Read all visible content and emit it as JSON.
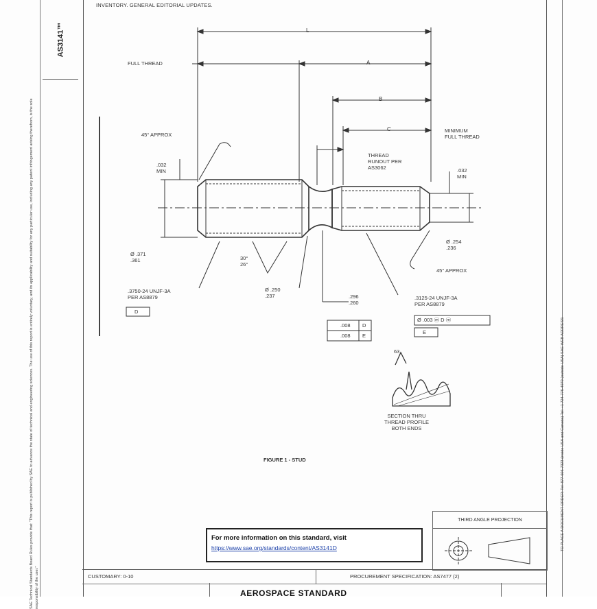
{
  "header": {
    "doc_number": "AS3141™",
    "top_note": "INVENTORY. GENERAL EDITORIAL UPDATES."
  },
  "legal": {
    "left_text": "SAE Technical Standards Board Rules provide that: \"This report is published by SAE to advance the state of technical and engineering sciences. The use of this report is entirely voluntary, and its applicability and suitability for any particular use, including any patent infringement arising therefrom, is the sole responsibility of the user.\"",
    "right_text": "TO PLACE A DOCUMENT ORDER: Tel: 877-606-7323 (inside USA and Canada)   Tel: +1 724-776-4970 (outside USA)   SAE WEB ADDRESS:"
  },
  "drawing": {
    "dims": {
      "L": "L",
      "A": "A",
      "B": "B",
      "C": "C"
    },
    "labels": {
      "full_thread": "FULL THREAD",
      "approx45_top": "45° APPROX",
      "dim_032_left": ".032\nMIN",
      "thread_runout": "THREAD\nRUNOUT PER\nAS3062",
      "min_full_thread": "MINIMUM\nFULL THREAD",
      "dim_032_right": ".032\nMIN",
      "dia_left": "Ø .371\n.361",
      "angle_30": "30°\n26°",
      "thread_left": ".3750-24 UNJF-3A\nPER AS8879",
      "datum_d": "D",
      "dia_mid": "Ø .250\n.237",
      "dim_296": ".296\n.260",
      "dia_right": "Ø .254\n.236",
      "approx45_bottom": "45° APPROX",
      "thread_right": ".3125-24 UNJF-3A\nPER AS8879",
      "fcf_main": "Ø .003  ⓜ  D  ⓜ",
      "datum_e": "E",
      "tol_1": ".008",
      "tol_1_ref": "D",
      "tol_2": ".008",
      "tol_2_ref": "E",
      "finish": "63",
      "section_note": "SECTION THRU\nTHREAD PROFILE\nBOTH ENDS"
    },
    "figure_caption": "FIGURE 1 - STUD"
  },
  "info_box": {
    "title": "For more information on this standard, visit",
    "link": "https://www.sae.org/standards/content/AS3141D"
  },
  "projection": {
    "label": "THIRD ANGLE PROJECTION"
  },
  "footer": {
    "customary": "CUSTOMARY: 0-10",
    "procurement": "PROCUREMENT SPECIFICATION: AS7477 (2)",
    "title": "AEROSPACE STANDARD"
  }
}
